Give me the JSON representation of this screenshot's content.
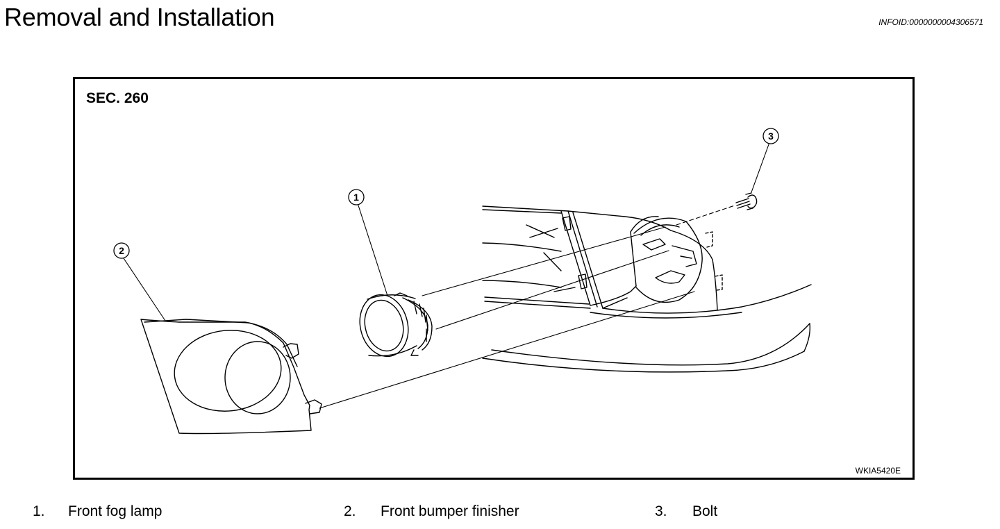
{
  "header": {
    "title": "Removal and Installation",
    "info_id": "INFOID:0000000004306571"
  },
  "figure": {
    "section": "SEC. 260",
    "figure_id": "WKIA5420E",
    "callouts": [
      "1",
      "2",
      "3"
    ]
  },
  "legend": [
    {
      "num": "1.",
      "label": "Front fog lamp"
    },
    {
      "num": "2.",
      "label": "Front bumper finisher"
    },
    {
      "num": "3.",
      "label": "Bolt"
    }
  ]
}
